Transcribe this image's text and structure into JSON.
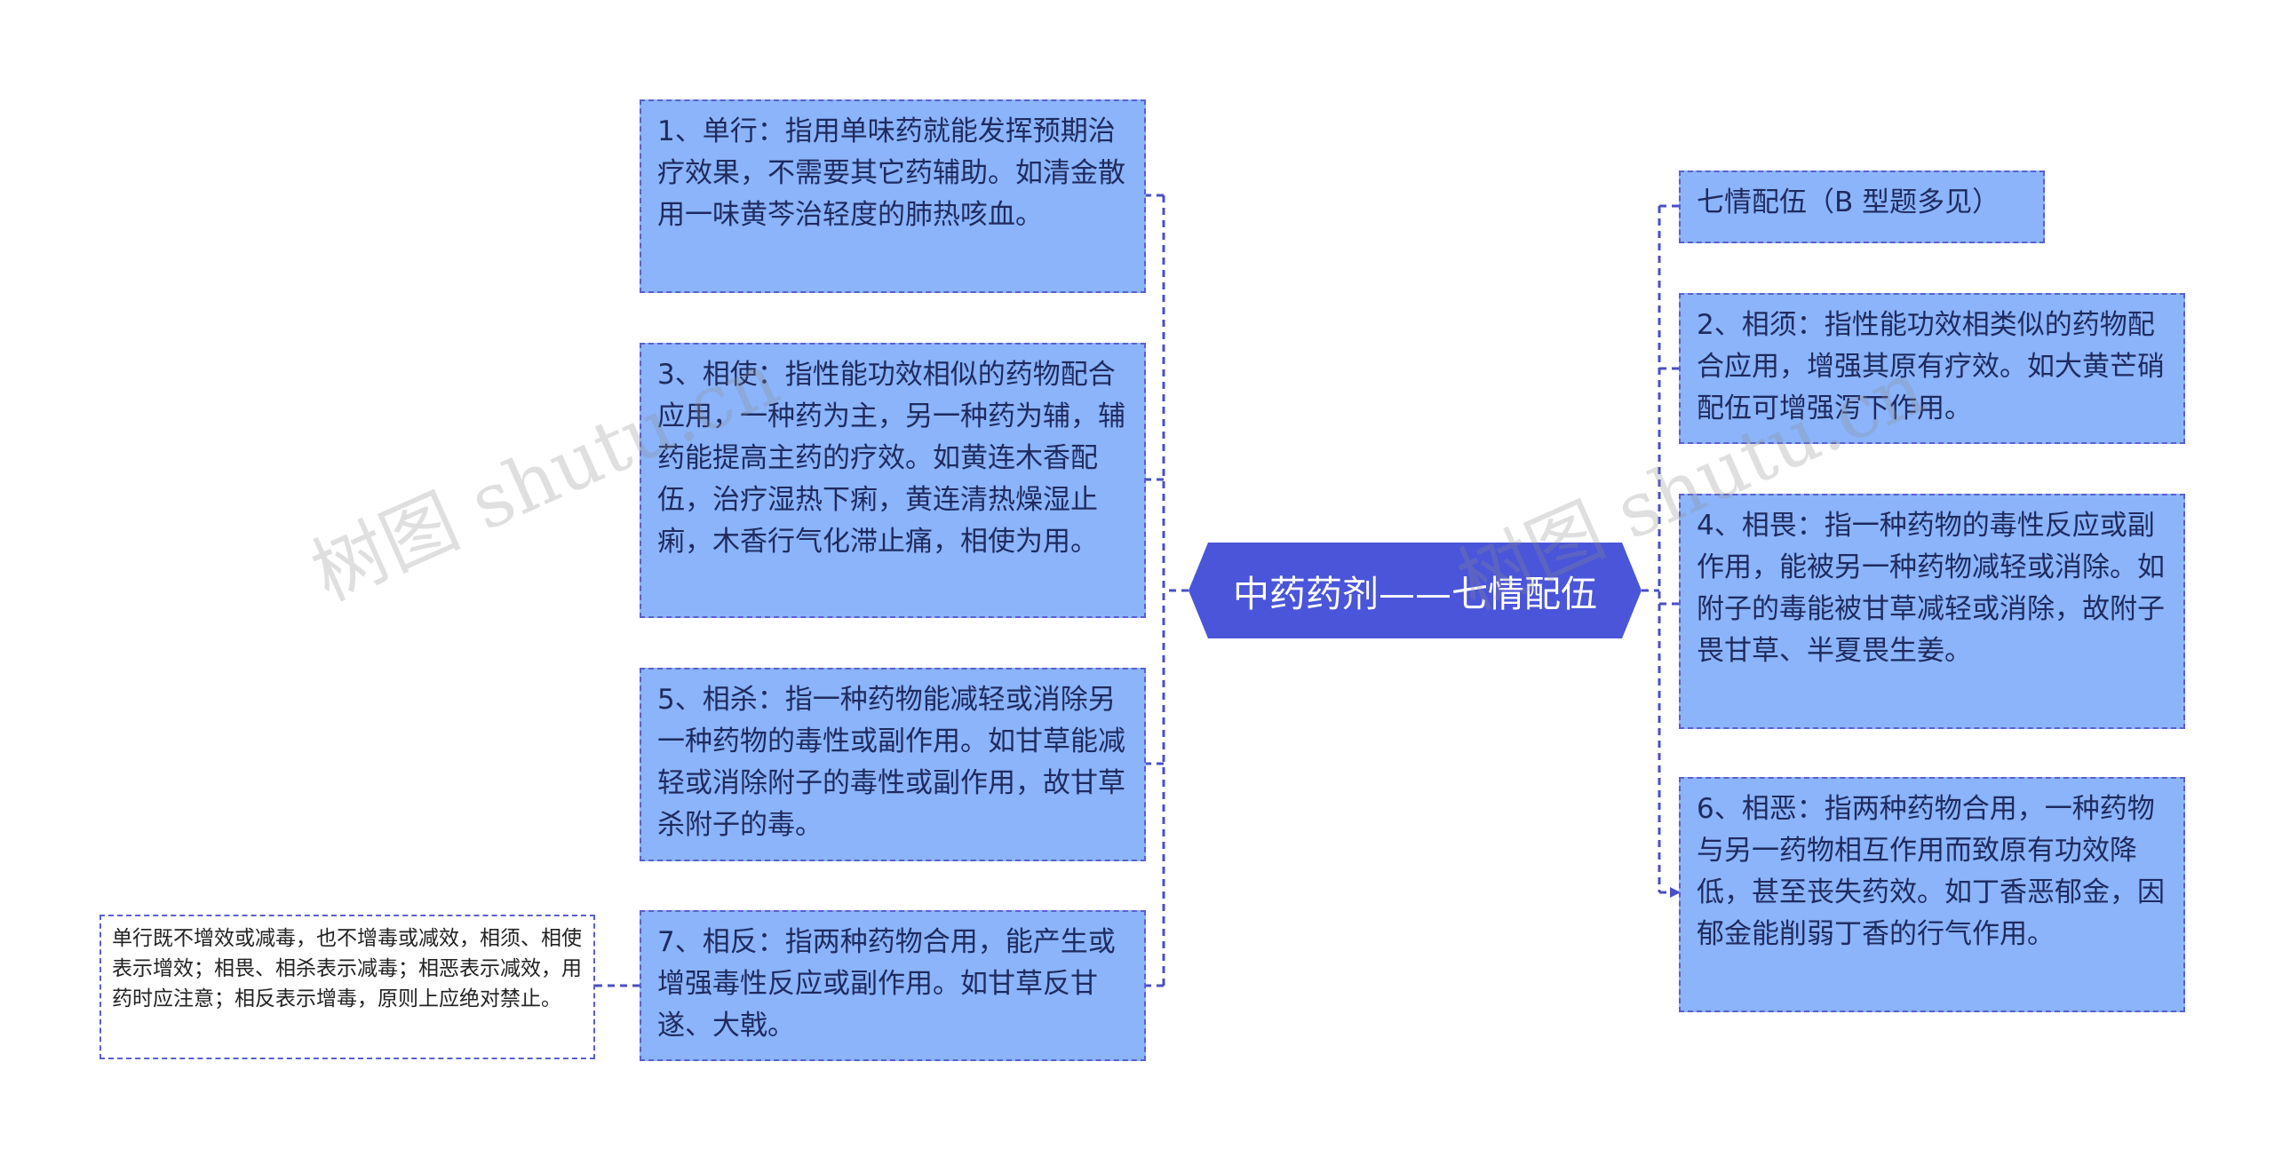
{
  "root": {
    "label": "中药药剂——七情配伍"
  },
  "left_nodes": [
    {
      "id": "single",
      "text": "1、单行：指用单味药就能发挥预期治疗效果，不需要其它药辅助。如清金散用一味黄芩治轻度的肺热咳血。"
    },
    {
      "id": "envoy",
      "text": "3、相使：指性能功效相似的药物配合应用，一种药为主，另一种药为辅，辅药能提高主药的疗效。如黄连木香配伍，治疗湿热下痢，黄连清热燥湿止痢，木香行气化滞止痛，相使为用。"
    },
    {
      "id": "kill",
      "text": "5、相杀：指一种药物能减轻或消除另一种药物的毒性或副作用。如甘草能减轻或消除附子的毒性或副作用，故甘草杀附子的毒。"
    },
    {
      "id": "oppose",
      "text": "7、相反：指两种药物合用，能产生或增强毒性反应或副作用。如甘草反甘遂、大戟。"
    }
  ],
  "note": {
    "text": "单行既不增效或减毒，也不增毒或减效，相须、相使表示增效；相畏、相杀表示减毒；相恶表示减效，用药时应注意；相反表示增毒，原则上应绝对禁止。"
  },
  "right_nodes": [
    {
      "id": "title",
      "text": "七情配伍（B 型题多见）"
    },
    {
      "id": "mutual",
      "text": "2、相须：指性能功效相类似的药物配合应用，增强其原有疗效。如大黄芒硝配伍可增强泻下作用。"
    },
    {
      "id": "fear",
      "text": "4、相畏：指一种药物的毒性反应或副作用，能被另一种药物减轻或消除。如附子的毒能被甘草减轻或消除，故附子畏甘草、半夏畏生姜。"
    },
    {
      "id": "aversion",
      "text": "6、相恶：指两种药物合用，一种药物与另一药物相互作用而致原有功效降低，甚至丧失药效。如丁香恶郁金，因郁金能削弱丁香的行气作用。"
    }
  ],
  "watermarks": [
    "树图 shutu.cn",
    "树图 shutu.cn"
  ],
  "colors": {
    "root_fill": "#4a55d9",
    "node_fill": "#8bb4fa",
    "line": "#4a4fc4"
  }
}
